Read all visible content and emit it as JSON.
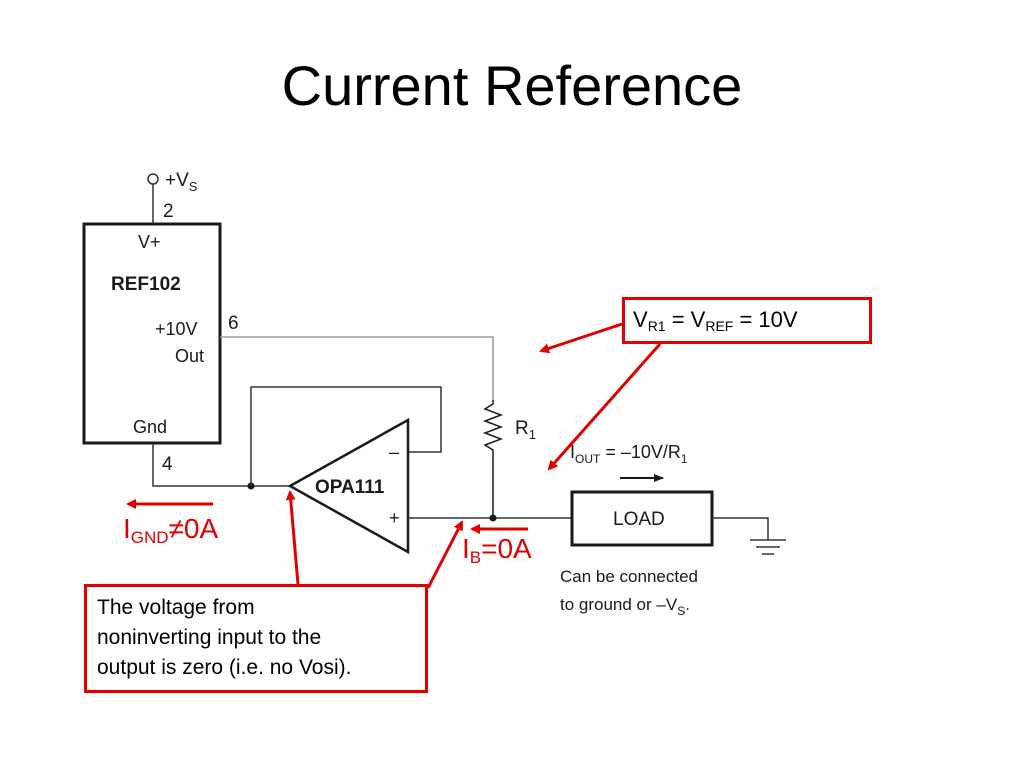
{
  "title": "Current Reference",
  "schematic": {
    "supply_label": "+V",
    "supply_sub": "S",
    "pin2": "2",
    "pin6": "6",
    "pin4": "4",
    "vplus": "V+",
    "ref_name": "REF102",
    "out_voltage": "+10V",
    "out": "Out",
    "gnd": "Gnd",
    "opamp_name": "OPA111",
    "opamp_minus": "–",
    "opamp_plus": "+",
    "r1": "R",
    "r1_sub": "1",
    "iout_I": "I",
    "iout_sub": "OUT",
    "iout_eq": " = –10V/R",
    "iout_eq_sub": "1",
    "load": "LOAD",
    "note_line1": "Can be connected",
    "note_line2_main": "to ground or –V",
    "note_line2_sub": "S",
    "note_line2_end": "."
  },
  "callouts": {
    "vr1": {
      "v1": "V",
      "s1": "R1",
      "eq1": " = V",
      "s2": "REF",
      "eq2": " = 10V"
    },
    "vosi": {
      "line1": "The voltage from",
      "line2": "noninverting input to the",
      "line3": "output is zero (i.e. no Vosi)."
    }
  },
  "labels": {
    "ignd_I": "I",
    "ignd_sub": "GND",
    "ignd_rest": "≠0A",
    "ib_I": "I",
    "ib_sub": "B",
    "ib_rest": "=0A"
  },
  "colors": {
    "annotation": "#e00000",
    "wire": "#9a9a9a",
    "ink": "#1a1a1a"
  }
}
